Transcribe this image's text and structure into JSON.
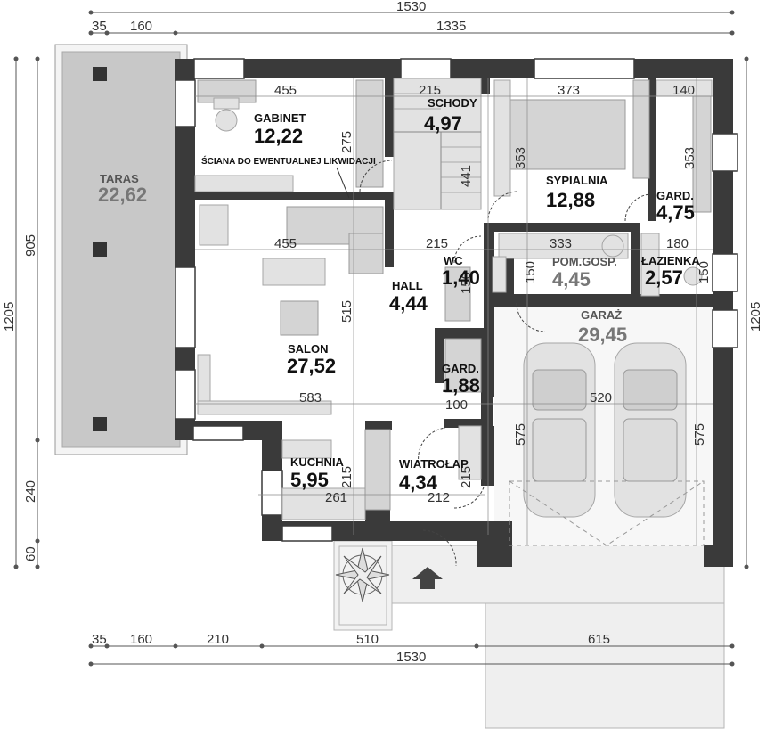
{
  "dimensions": {
    "top_total": "1530",
    "top_a": "35",
    "top_b": "160",
    "top_c": "1335",
    "bottom_a": "35",
    "bottom_b": "160",
    "bottom_c": "210",
    "bottom_d": "510",
    "bottom_e": "615",
    "bottom_total": "1530",
    "left_total": "1205",
    "left_905": "905",
    "left_240": "240",
    "left_60": "60",
    "right_total": "1205",
    "in_455_top": "455",
    "in_215_top": "215",
    "in_373": "373",
    "in_140": "140",
    "in_275": "275",
    "in_353_left": "353",
    "in_353_right": "353",
    "in_441": "441",
    "in_455_mid": "455",
    "in_215_mid": "215",
    "in_333": "333",
    "in_180": "180",
    "in_150a": "150",
    "in_150b": "150",
    "in_150c": "150",
    "in_515": "515",
    "in_583": "583",
    "in_100": "100",
    "in_520": "520",
    "in_575_left": "575",
    "in_575_right": "575",
    "in_215_kitchen": "215",
    "in_215_hall": "215",
    "in_261": "261",
    "in_212": "212"
  },
  "rooms": {
    "taras": {
      "name": "TARAS",
      "area": "22,62"
    },
    "gabinet": {
      "name": "GABINET",
      "area": "12,22"
    },
    "schody": {
      "name": "SCHODY",
      "area": "4,97"
    },
    "sypialnia": {
      "name": "SYPIALNIA",
      "area": "12,88"
    },
    "gard1": {
      "name": "GARD.",
      "area": "4,75"
    },
    "wc": {
      "name": "WC",
      "area": "1,40"
    },
    "pom_gosp": {
      "name": "POM.GOSP.",
      "area": "4,45"
    },
    "lazienka": {
      "name": "ŁAZIENKA",
      "area": "2,57"
    },
    "hall": {
      "name": "HALL",
      "area": "4,44"
    },
    "salon": {
      "name": "SALON",
      "area": "27,52"
    },
    "garaz": {
      "name": "GARAŻ",
      "area": "29,45"
    },
    "gard2": {
      "name": "GARD.",
      "area": "1,88"
    },
    "kuchnia": {
      "name": "KUCHNIA",
      "area": "5,95"
    },
    "wiatrolap": {
      "name": "WIATROŁAP",
      "area": "4,34"
    }
  },
  "notes": {
    "wall_note": "ŚCIANA DO EWENTUALNEJ LIKWIDACJI"
  },
  "colors": {
    "wall": "#3a3a3a",
    "terrace": "#c8c8c8",
    "paving": "#efefef"
  }
}
